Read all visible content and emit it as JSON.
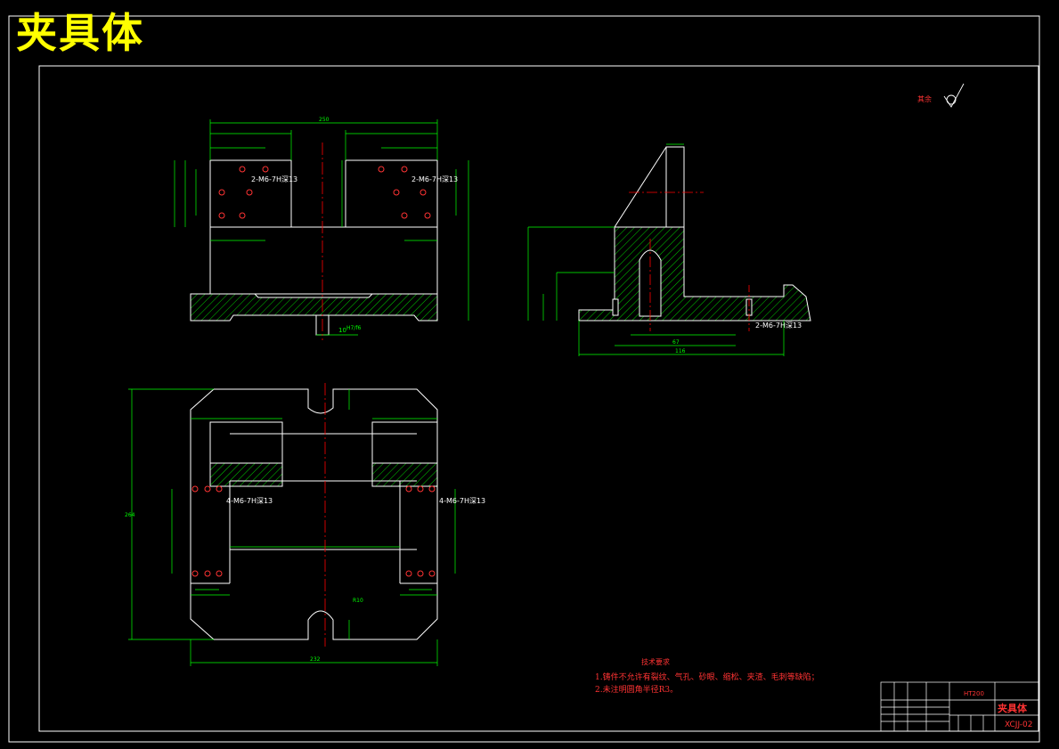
{
  "drawing": {
    "title": "夹具体",
    "roughness_label": "其余",
    "colors": {
      "border": "#ffffff",
      "outline": "#ffffff",
      "dimension": "#00ff00",
      "centerline": "#ff0000",
      "annotation": "#ff3333",
      "title": "#ffff00",
      "hatch": "#00cc00"
    }
  },
  "dimensions": {
    "front_width": "250",
    "front_slot": "10",
    "front_fit": "H7/f6",
    "side_width_1": "67",
    "side_width_2": "116",
    "top_width": "232",
    "top_height": "264",
    "top_r": "R10"
  },
  "callouts": {
    "front_left_thread": "2-M6-7H深13",
    "front_right_thread": "2-M6-7H深13",
    "side_thread": "2-M6-7H深13",
    "top_left_thread": "4-M6-7H深13",
    "top_right_thread": "4-M6-7H深13"
  },
  "technical_requirements": {
    "heading": "技术要求",
    "items": [
      "1.铸件不允许有裂纹、气孔、砂眼、缩松、夹渣、毛刺等缺陷；",
      "2.未注明圆角半径R3。"
    ]
  },
  "title_block": {
    "part_name": "夹具体",
    "drawing_code": "XCJJ-02",
    "material": "HT200"
  }
}
